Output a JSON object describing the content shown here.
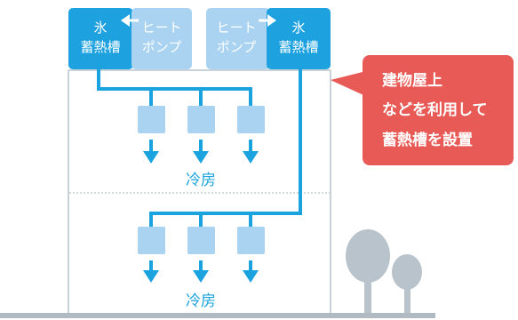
{
  "colors": {
    "pipe": "#1aa3de",
    "unit_dark": "#1da1df",
    "unit_light": "#a9d3f0",
    "building_line": "#c9d2d8",
    "ground": "#b0bac2",
    "callout": "#e85a55",
    "tree": "#b8c3cb"
  },
  "left_tank": {
    "line1": "氷",
    "line2": "蓄熱槽"
  },
  "left_pump": {
    "line1": "ヒート",
    "line2": "ポンプ"
  },
  "right_pump": {
    "line1": "ヒート",
    "line2": "ポンプ"
  },
  "right_tank": {
    "line1": "氷",
    "line2": "蓄熱槽"
  },
  "floors": {
    "upper_label": "冷房",
    "lower_label": "冷房"
  },
  "callout": {
    "line1": "建物屋上",
    "line2": "などを利用して",
    "line3": "蓄熱槽を設置"
  }
}
